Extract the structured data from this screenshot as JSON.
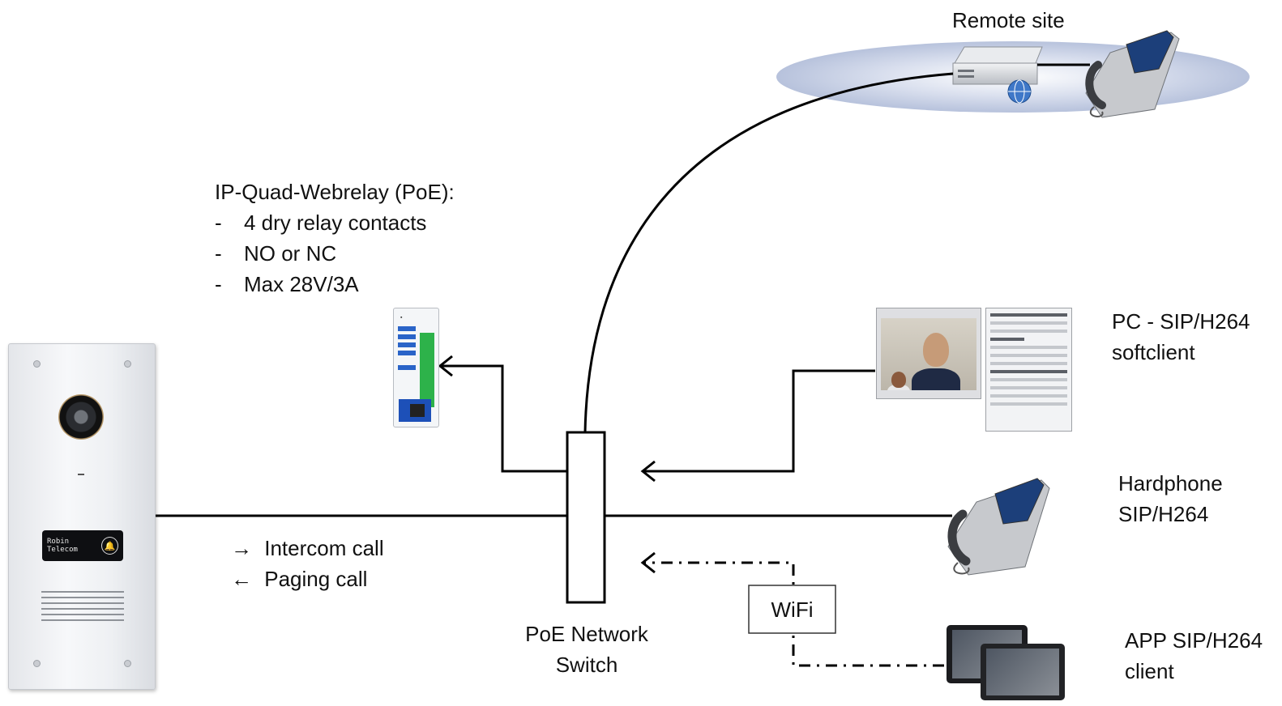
{
  "remote_site": {
    "label": "Remote site"
  },
  "webrelay": {
    "title": "IP-Quad-Webrelay (PoE):",
    "bullets": [
      "4 dry relay contacts",
      "NO or NC",
      "Max 28V/3A"
    ],
    "bullet_dash": "-"
  },
  "pc_client": {
    "line1": "PC - SIP/H264",
    "line2": "softclient"
  },
  "hardphone": {
    "line1": "Hardphone",
    "line2": "SIP/H264"
  },
  "app_client": {
    "line1": "APP SIP/H264",
    "line2": "client"
  },
  "calls": {
    "intercom": "Intercom call",
    "paging": "Paging call",
    "right_arrow": "→",
    "left_arrow": "←"
  },
  "wifi": {
    "label": "WiFi"
  },
  "switch": {
    "line1": "PoE Network",
    "line2": "Switch"
  },
  "intercom_panel": {
    "display_text": "Robin Telecom",
    "bell": "🔔"
  },
  "colors": {
    "line": "#000000",
    "ellipse_fill": "#c9d2e6",
    "display_bg": "#0e0f12"
  },
  "icons": [
    "server-icon",
    "globe-icon",
    "desk-phone-icon",
    "webrelay-device",
    "intercom-panel",
    "softclient-video",
    "softclient-app",
    "tablet-icon"
  ]
}
